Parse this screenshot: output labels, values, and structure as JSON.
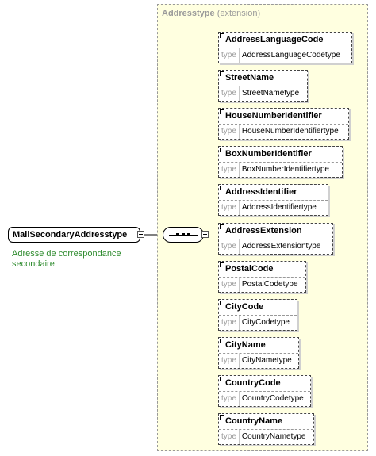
{
  "root_element": {
    "name": "MailSecondaryAddresstype",
    "documentation": "Adresse de correspondance secondaire"
  },
  "extension": {
    "type_name": "Addresstype",
    "kind": "(extension)"
  },
  "type_label": "type",
  "children": [
    {
      "name": "AddressLanguageCode",
      "type": "AddressLanguageCodetype"
    },
    {
      "name": "StreetName",
      "type": "StreetNametype"
    },
    {
      "name": "HouseNumberIdentifier",
      "type": "HouseNumberIdentifiertype"
    },
    {
      "name": "BoxNumberIdentifier",
      "type": "BoxNumberIdentifiertype"
    },
    {
      "name": "AddressIdentifier",
      "type": "AddressIdentifiertype"
    },
    {
      "name": "AddressExtension",
      "type": "AddressExtensiontype"
    },
    {
      "name": "PostalCode",
      "type": "PostalCodetype"
    },
    {
      "name": "CityCode",
      "type": "CityCodetype"
    },
    {
      "name": "CityName",
      "type": "CityNametype"
    },
    {
      "name": "CountryCode",
      "type": "CountryCodetype"
    },
    {
      "name": "CountryName",
      "type": "CountryNametype"
    }
  ],
  "colors": {
    "extension_background": "#ffffe0",
    "documentation_text": "#2e8b2e",
    "muted_text": "#9a9a9a"
  }
}
